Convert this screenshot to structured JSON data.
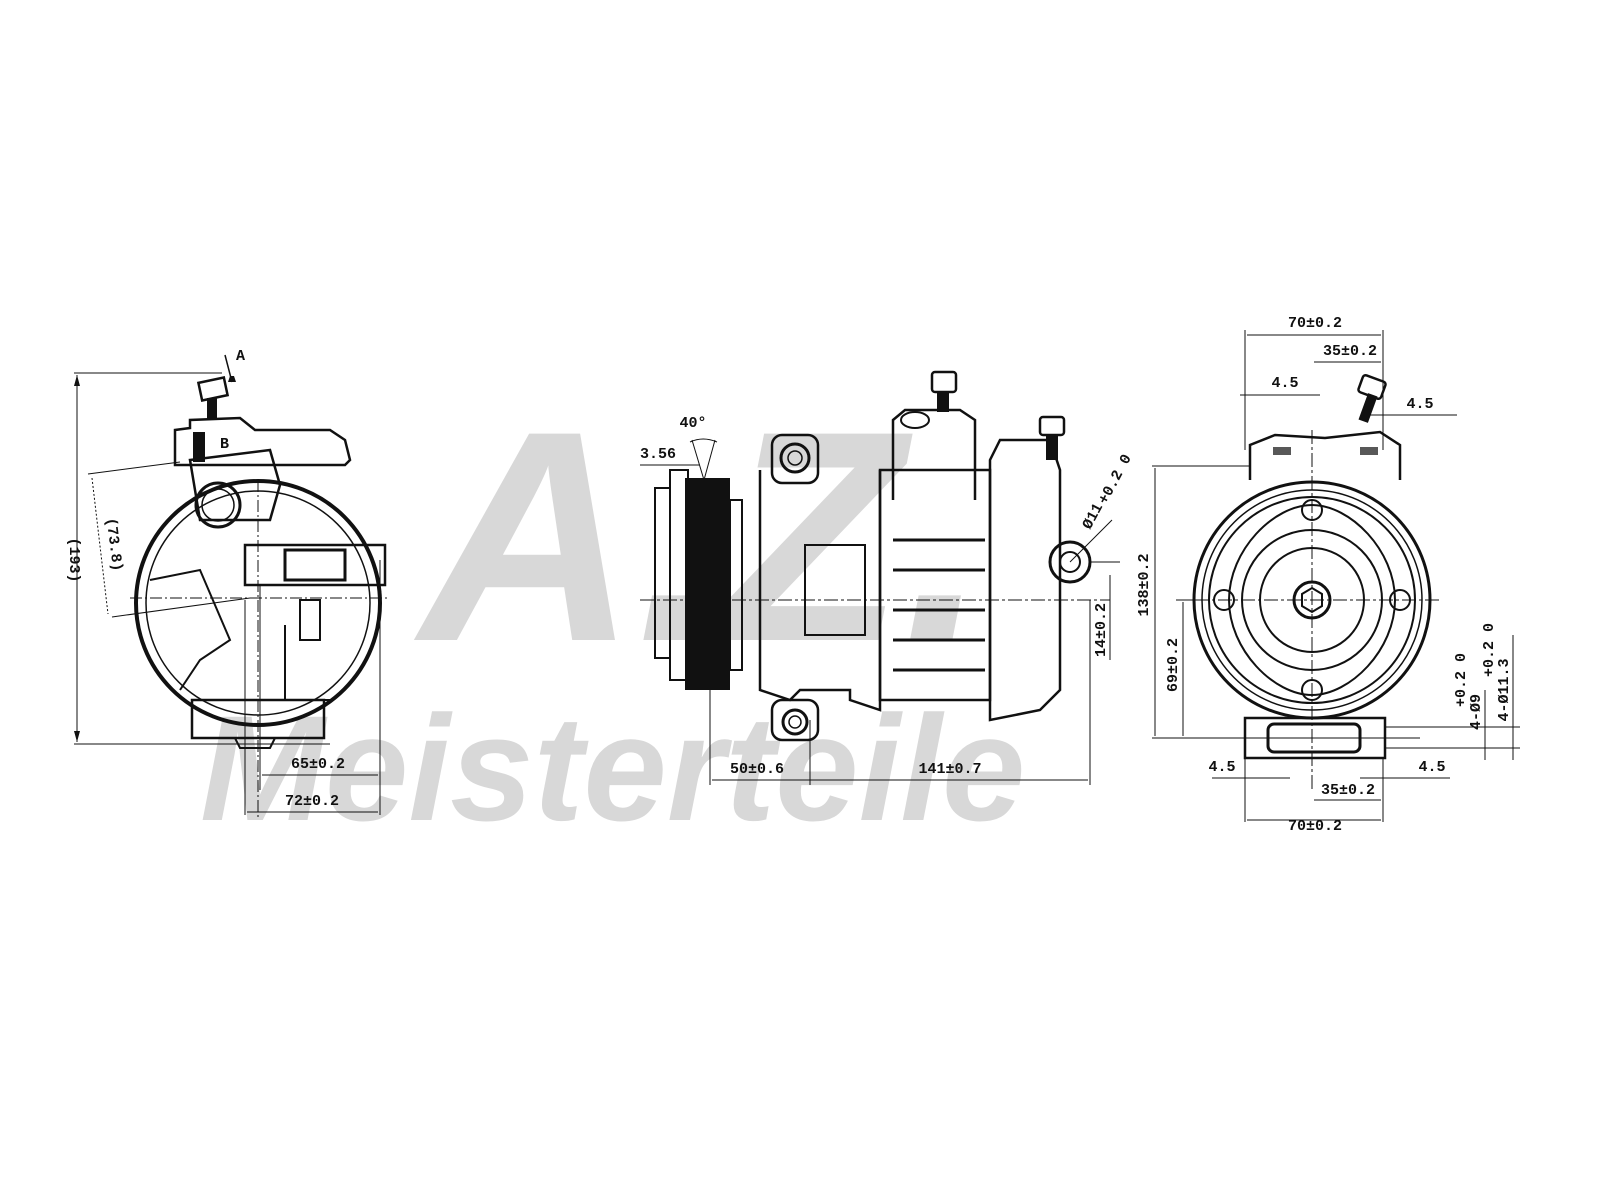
{
  "watermark": {
    "brand_top": "A.Z.",
    "brand_bottom": "Meisterteile",
    "color": "#d4d4d4"
  },
  "views": {
    "left_view": {
      "labels": {
        "arrow_a": "A",
        "arrow_b": "B"
      },
      "dimensions": {
        "overall_height": "(193)",
        "angled": "(73.8)",
        "mount_inner": "65±0.2",
        "mount_outer": "72±0.2"
      }
    },
    "front_view": {
      "dimensions": {
        "groove_angle": "40°",
        "groove_pitch": "3.56",
        "pulley_offset": "50±0.6",
        "body_length": "141±0.7",
        "port_diameter": "Ø11",
        "port_diameter_tol": "+0.2 0",
        "port_offset": "14±0.2"
      }
    },
    "right_view": {
      "dimensions": {
        "top_width": "70±0.2",
        "top_half": "35±0.2",
        "top_left_offset": "4.5",
        "top_right_offset": "4.5",
        "height": "138±0.2",
        "center_height": "69±0.2",
        "hole_small": "4-Ø9",
        "hole_small_tol": "+0.2 0",
        "hole_large": "4-Ø11.3",
        "hole_large_tol": "+0.2 0",
        "bottom_left_offset": "4.5",
        "bottom_right_offset": "4.5",
        "bottom_half": "35±0.2",
        "bottom_width": "70±0.2"
      }
    }
  },
  "colors": {
    "line": "#111111",
    "background": "#ffffff"
  }
}
